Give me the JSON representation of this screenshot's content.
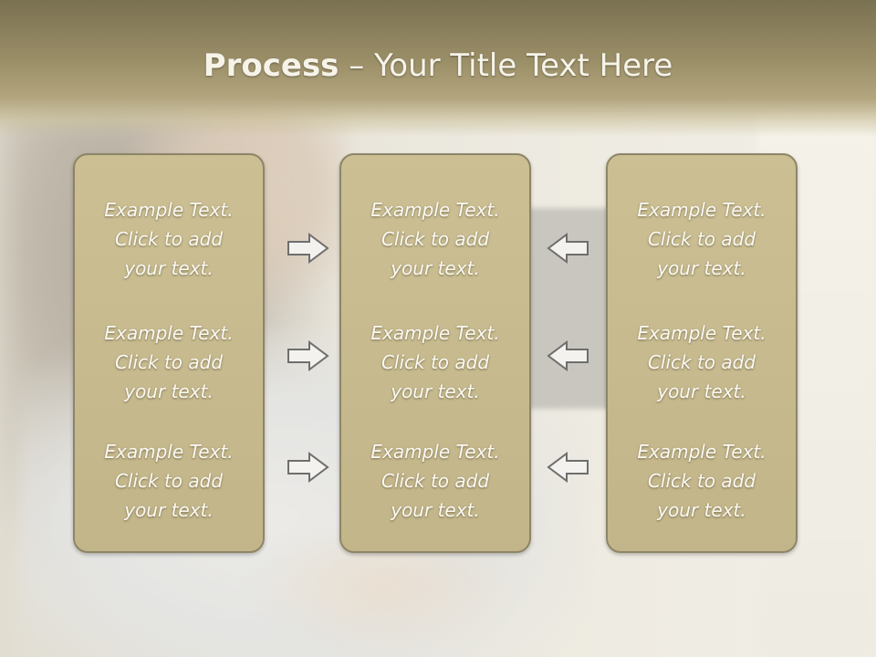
{
  "title": {
    "bold": "Process",
    "rest": " – Your Title Text Here"
  },
  "columns": [
    {
      "items": [
        {
          "line1": "Example Text.",
          "line2": "Click  to add",
          "line3": "your text."
        },
        {
          "line1": "Example Text.",
          "line2": "Click  to add",
          "line3": "your text."
        },
        {
          "line1": "Example Text.",
          "line2": "Click  to add",
          "line3": "your text."
        }
      ]
    },
    {
      "items": [
        {
          "line1": "Example Text.",
          "line2": "Click  to add",
          "line3": "your text."
        },
        {
          "line1": "Example Text.",
          "line2": "Click  to add",
          "line3": "your text."
        },
        {
          "line1": "Example Text.",
          "line2": "Click  to add",
          "line3": "your text."
        }
      ]
    },
    {
      "items": [
        {
          "line1": "Example Text.",
          "line2": "Click  to add",
          "line3": "your text."
        },
        {
          "line1": "Example Text.",
          "line2": "Click  to add",
          "line3": "your text."
        },
        {
          "line1": "Example Text.",
          "line2": "Click  to add",
          "line3": "your text."
        }
      ]
    }
  ],
  "arrows": {
    "left_group": [
      "right-arrow-icon",
      "right-arrow-icon",
      "right-arrow-icon"
    ],
    "right_group": [
      "left-arrow-icon",
      "left-arrow-icon",
      "left-arrow-icon"
    ]
  },
  "colors": {
    "header": "#9b8f68",
    "box_fill": "#c7ba8e",
    "box_border": "#8d8567",
    "text": "#fbf9f2"
  }
}
